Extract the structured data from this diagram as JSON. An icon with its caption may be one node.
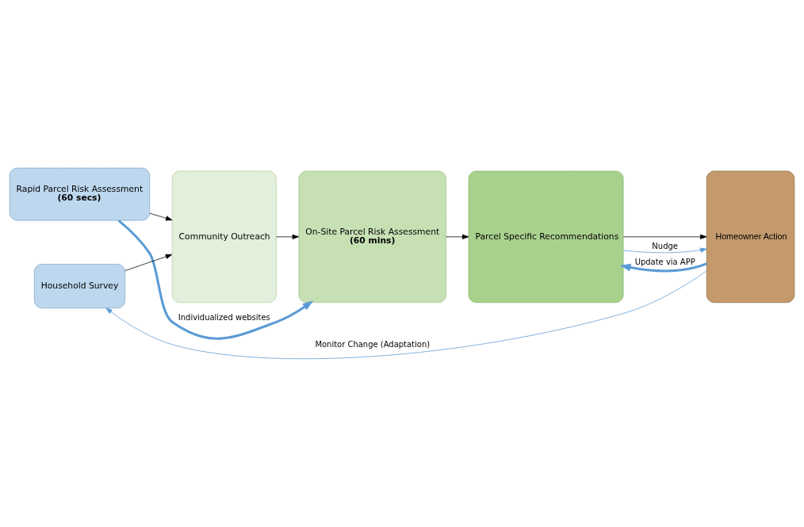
{
  "diagram": {
    "nodes": [
      {
        "text": [
          "Rapid Parcel Risk Assessment",
          "(60 secs)"
        ]
      },
      {
        "text": [
          "Household Survey"
        ]
      },
      {
        "text": [
          "Community Outreach"
        ]
      },
      {
        "text": [
          "On-Site Parcel Risk Assessment",
          "(60 mins)"
        ]
      },
      {
        "text": [
          "Parcel Specific Recommendations"
        ]
      },
      {
        "text": [
          "Homeowner Action"
        ]
      }
    ],
    "edges": [
      {
        "from": 0,
        "to": 2,
        "arrow": "to"
      },
      {
        "from": 1,
        "to": 2,
        "arrow": "to"
      },
      {
        "from": 2,
        "to": 3,
        "arrow": "to"
      },
      {
        "from": 3,
        "to": 4,
        "arrow": "to"
      },
      {
        "from": 4,
        "to": 5,
        "arrow": "to"
      },
      {
        "from": 0,
        "to": 3,
        "arrow": "to",
        "label": "Individualized websites",
        "style": "thick",
        "color": "#5b9bd5"
      },
      {
        "from": 4,
        "to": 5,
        "arrow": "to",
        "label": "Nudge",
        "color": "#5b9bd5"
      },
      {
        "from": 5,
        "to": 4,
        "arrow": "to",
        "label": "Update via APP",
        "style": "thick",
        "color": "#5b9bd5"
      },
      {
        "from": 5,
        "to": 1,
        "arrow": "to",
        "label": "Monitor Change (Adaptation)",
        "color": "#5b9bd5"
      }
    ]
  }
}
